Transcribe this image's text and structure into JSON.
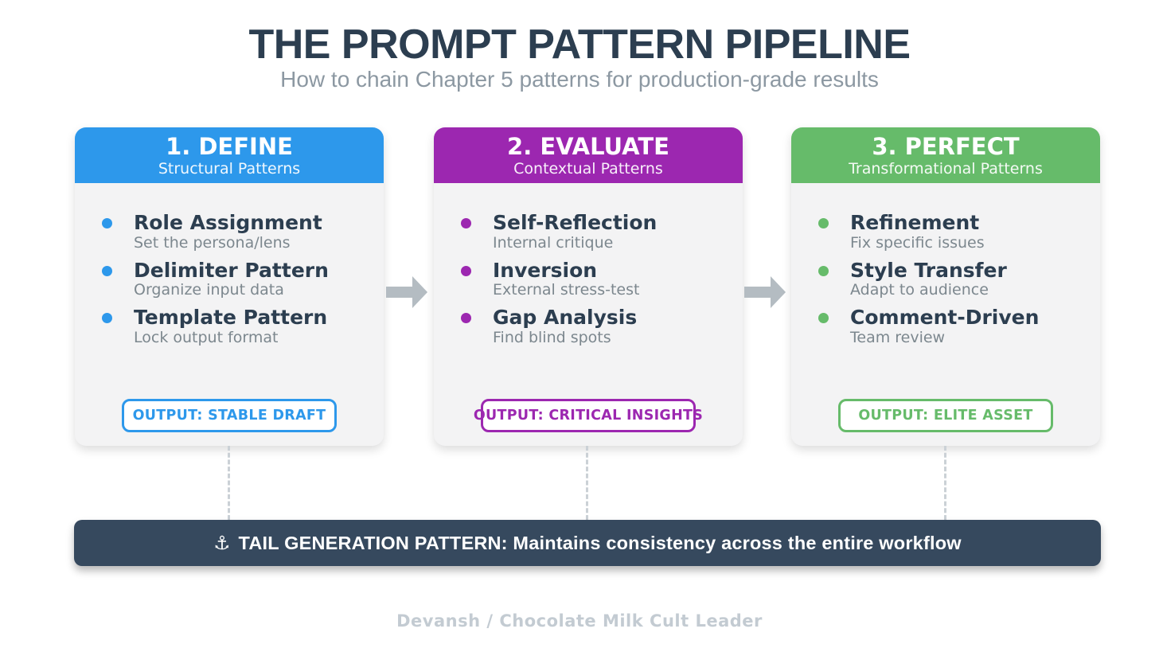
{
  "title": "THE PROMPT PATTERN PIPELINE",
  "subtitle": "How to chain Chapter 5 patterns for production-grade results",
  "cards": [
    {
      "header": "1. DEFINE",
      "header_sub": "Structural Patterns",
      "accent_color": "#2D98EB",
      "items": [
        {
          "title": "Role Assignment",
          "desc": "Set the persona/lens"
        },
        {
          "title": "Delimiter Pattern",
          "desc": "Organize input data"
        },
        {
          "title": "Template Pattern",
          "desc": "Lock output format"
        }
      ],
      "output_label": "OUTPUT: STABLE DRAFT"
    },
    {
      "header": "2. EVALUATE",
      "header_sub": "Contextual Patterns",
      "accent_color": "#9C27B0",
      "items": [
        {
          "title": "Self-Reflection",
          "desc": "Internal critique"
        },
        {
          "title": "Inversion",
          "desc": "External stress-test"
        },
        {
          "title": "Gap Analysis",
          "desc": "Find blind spots"
        }
      ],
      "output_label": "OUTPUT: CRITICAL INSIGHTS"
    },
    {
      "header": "3. PERFECT",
      "header_sub": "Transformational Patterns",
      "accent_color": "#66BB6A",
      "items": [
        {
          "title": "Refinement",
          "desc": "Fix specific issues"
        },
        {
          "title": "Style Transfer",
          "desc": "Adapt to audience"
        },
        {
          "title": "Comment-Driven",
          "desc": "Team review"
        }
      ],
      "output_label": "OUTPUT: ELITE ASSET"
    }
  ],
  "tail_bar": {
    "icon": "⚓",
    "text": "TAIL GENERATION PATTERN: Maintains consistency across the entire workflow"
  },
  "credit": "Devansh / Chocolate Milk Cult Leader",
  "colors": {
    "title_text": "#2C3E50",
    "blue_accent": "#2D98EB",
    "purple_accent": "#9C27B0",
    "green_accent": "#66BB6A",
    "tail_bar_background": "#36495E",
    "arrow": "#B4BCC2",
    "card_body_background": "#F3F3F4"
  }
}
